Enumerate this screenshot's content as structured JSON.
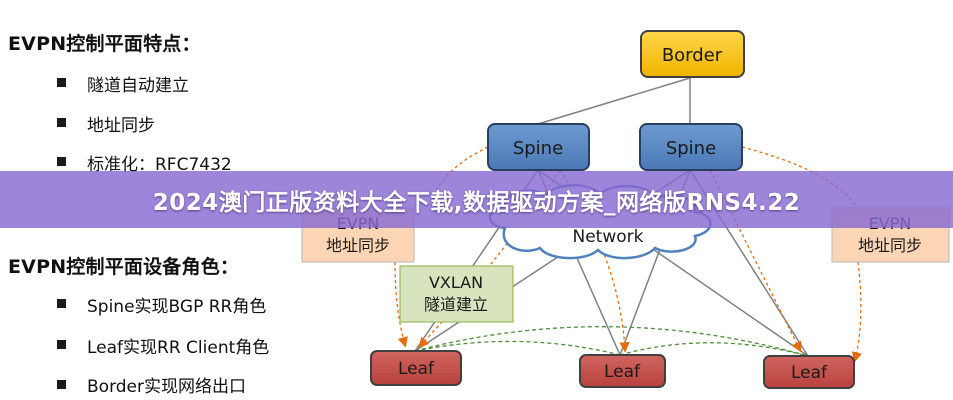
{
  "left_panel": {
    "section1_title": "EVPN控制平面特点：",
    "section1_items": [
      "隧道自动建立",
      "地址同步",
      "标准化：RFC7432"
    ],
    "section2_title": "EVPN控制平面设备角色：",
    "section2_items": [
      "Spine实现BGP RR角色",
      "Leaf实现RR Client角色",
      "Border实现网络出口"
    ]
  },
  "diagram": {
    "border_label": "Border",
    "spine_labels": [
      "Spine",
      "Spine"
    ],
    "network_label": "Network",
    "leaf_labels": [
      "Leaf",
      "Leaf",
      "Leaf"
    ],
    "evpn_left": {
      "line1": "EVPN",
      "line2": "地址同步"
    },
    "evpn_right": {
      "line1": "EVPN",
      "line2": "地址同步"
    },
    "vxlan": {
      "line1": "VXLAN",
      "line2": "隧道建立"
    },
    "colors": {
      "border_fill": "#ffc000",
      "spine_fill": "#4f81bd",
      "leaf_fill": "#c0504d",
      "evpn_fill": "#fcd5b4",
      "vxlan_fill": "#d7e4bd"
    }
  },
  "banner": {
    "text": "2024澳门正版资料大全下载,数据驱动方案_网络版RNS4.22"
  }
}
